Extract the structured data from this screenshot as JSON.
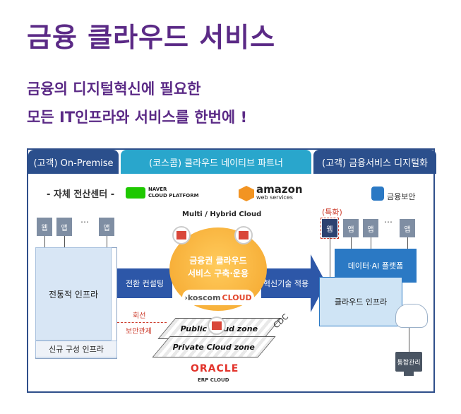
{
  "title": "금융 클라우드 서비스",
  "subtitle_line1": "금융의 디지털혁신에 필요한",
  "subtitle_line2": "모든 IT인프라와 서비스를 한번에 !",
  "headers": {
    "left": "(고객) On-Premise",
    "middle": "(코스콤) 클라우드 네이티브 파트너",
    "right": "(고객) 금융서비스 디지털화"
  },
  "left": {
    "own_center": "- 자체 전산센터 -",
    "apps": [
      "웹",
      "앱",
      "앱"
    ],
    "dots": "…",
    "legacy": "전통적 인프라",
    "new_infra": "신규 구성 인프라"
  },
  "middle": {
    "naver": "NAVER\nCLOUD PLATFORM",
    "amazon_main": "amazon",
    "amazon_sub": "web services",
    "multi_cloud": "Multi / Hybrid Cloud",
    "circle_line1": "금융권 클라우드",
    "circle_line2": "서비스 구축·운용",
    "koscom_prefix": "›koscom",
    "koscom_cloud": "CLOUD",
    "transition": "전환 컨설팅",
    "innovation": "혁신기술 적용",
    "line": "회선",
    "security_control": "보안관제",
    "public_zone": "Public Cloud zone",
    "private_zone": "Private Cloud zone",
    "cdc": "CDC",
    "oracle": "ORACLE",
    "erp": "ERP CLOUD"
  },
  "right": {
    "security": "금융보안",
    "special": "(특화)",
    "apps": [
      "웹",
      "앱",
      "앱",
      "앱"
    ],
    "dots": "…",
    "data_ai": "데이터·AI 플랫폼",
    "cloud_infra": "클라우드 인프라",
    "integrated": "통합관리"
  },
  "colors": {
    "title": "#5b2a86",
    "header_blue": "#2b4f8c",
    "header_teal": "#29a6cc",
    "band": "#2d57a8",
    "circle": "#f4a52c",
    "accent_red": "#cc3b2b"
  }
}
